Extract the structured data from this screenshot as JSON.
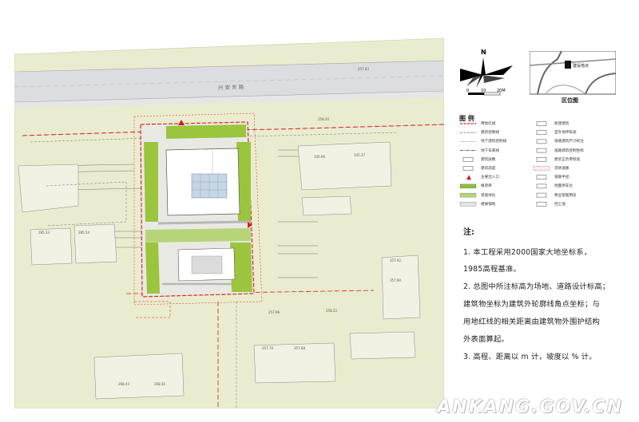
{
  "map": {
    "road_name": "兴 安 东 路",
    "elevations": [
      "257.63",
      "258.20",
      "345.96",
      "345.37",
      "285.33",
      "285.54",
      "357.92",
      "357.90",
      "357.70",
      "357.68",
      "257.96",
      "258.22",
      "268.43",
      "268.30"
    ],
    "colors": {
      "ground": "#eaeccf",
      "road": "#dcdde0",
      "green": "#9bc53d",
      "red_line": "#d71920",
      "building": "#ffffff"
    }
  },
  "north_arrow": {
    "label": "N",
    "scale_labels": [
      "0",
      "10",
      "20M"
    ]
  },
  "location_map": {
    "building_label": "建设地点",
    "caption": "区位图"
  },
  "legend": {
    "title": "图 例",
    "left": [
      {
        "label": "用地红线",
        "icon": "red-dash-line"
      },
      {
        "label": "建筑控制线",
        "icon": "gray-dash-line"
      },
      {
        "label": "地下建筑控制线",
        "icon": "gray-dot-line"
      },
      {
        "label": "地下车库线",
        "icon": "dark-dash-line"
      },
      {
        "label": "建筑层数",
        "icon": "box-symbol"
      },
      {
        "label": "建筑高度",
        "icon": "height-symbol"
      },
      {
        "label": "主要出入口",
        "icon": "red-triangle"
      },
      {
        "label": "植草砖",
        "icon": "grass-brick"
      },
      {
        "label": "景观绿化",
        "icon": "landscape-green"
      },
      {
        "label": "硬质铺地",
        "icon": "hard-paving"
      }
    ],
    "right": [
      {
        "label": "新建建筑",
        "icon": "new-building"
      },
      {
        "label": "室外地坪标高",
        "icon": "ground-elev"
      },
      {
        "label": "道路建筑尺寸标注",
        "icon": "dim-mark"
      },
      {
        "label": "道路建筑控制坐标",
        "icon": "coord-mark"
      },
      {
        "label": "建筑正负零标高",
        "icon": "zero-elev"
      },
      {
        "label": "消防道路",
        "icon": "fire-road"
      },
      {
        "label": "道路半径",
        "icon": "road-radius"
      },
      {
        "label": "地面停车位",
        "icon": "parking"
      },
      {
        "label": "物业管理用房",
        "icon": "property-room"
      },
      {
        "label": "挡土墙",
        "icon": "retaining-wall"
      }
    ]
  },
  "notes": {
    "title": "注:",
    "lines": [
      "1. 本工程采用2000国家大地坐标系，",
      "1985高程基准。",
      "2. 总图中所注标高为场地、道路设计标高；",
      "建筑物坐标为建筑外轮廓线角点坐标；与",
      "用地红线的相关距离由建筑物外围护结构",
      "外表面算起。",
      "3. 高程、距离以 m 计，坡度以 % 计。"
    ]
  },
  "watermark": "ANKANG.GOV.CN"
}
